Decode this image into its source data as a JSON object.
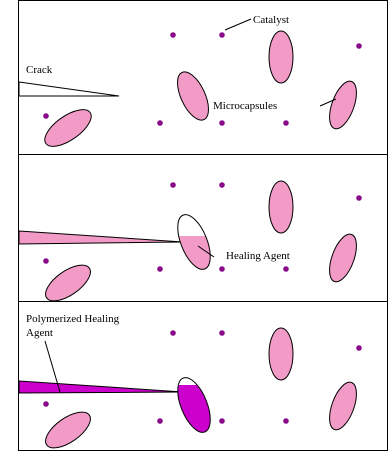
{
  "labels": {
    "catalyst": "Catalyst",
    "crack": "Crack",
    "microcapsules": "Microcapsules",
    "healing_agent": "Healing Agent",
    "polymerized_line1": "Polymerized Healing",
    "polymerized_line2": "Agent"
  },
  "colors": {
    "capsule_fill": "#f39bc7",
    "catalyst_dot": "#8a0a8a",
    "healing_agent": "#f39bc7",
    "polymerized_agent": "#cc00cc",
    "outline": "#000000"
  }
}
